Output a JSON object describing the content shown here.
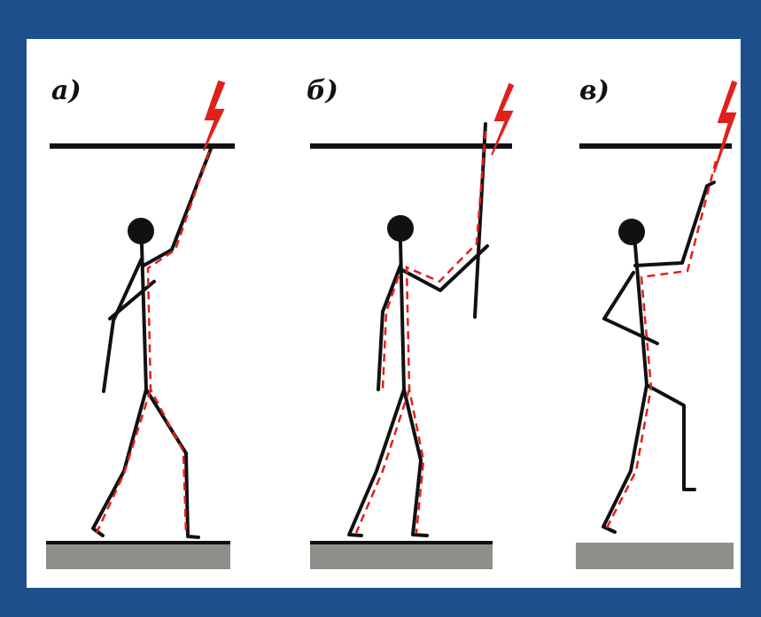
{
  "panels": [
    {
      "label": "а)"
    },
    {
      "label": "б)"
    },
    {
      "label": "в)"
    }
  ],
  "colors": {
    "frame": "#1f4f8a",
    "background": "#ffffff",
    "figure": "#111111",
    "current_path": "#e0201b",
    "ground": "#8f8f89"
  },
  "icons": [
    "lightning-bolt-icon",
    "stick-figure",
    "current-path"
  ]
}
